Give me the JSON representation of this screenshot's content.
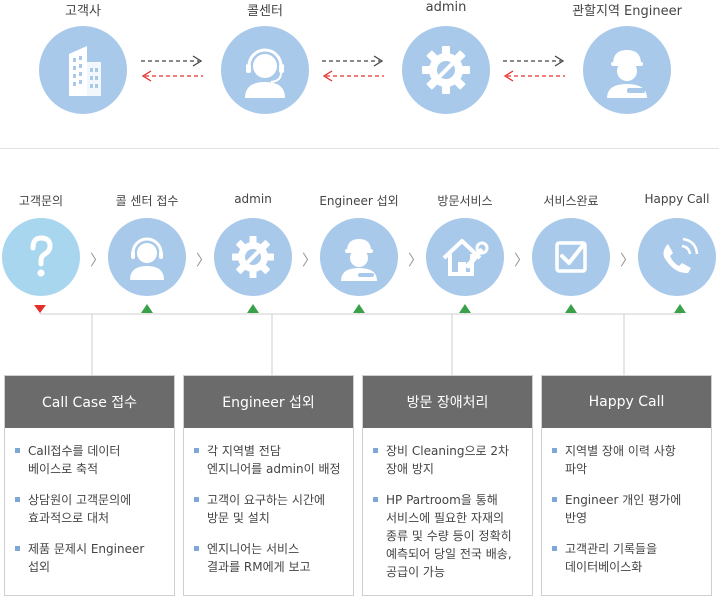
{
  "top_flow": {
    "nodes": [
      {
        "label": "고객사",
        "icon": "building-icon"
      },
      {
        "label": "콜센터",
        "icon": "headset-operator-icon"
      },
      {
        "label": "admin",
        "icon": "gear-wrench-icon"
      },
      {
        "label": "관할지역 Engineer",
        "icon": "engineer-icon"
      }
    ],
    "colors": {
      "circle": "#a9c9ea",
      "forward_arrow": "#444444",
      "back_arrow": "#e2302a"
    }
  },
  "steps": [
    {
      "label": "고객문의",
      "icon": "question-icon"
    },
    {
      "label": "콜 센터 접수",
      "icon": "headset-operator-icon"
    },
    {
      "label": "admin",
      "icon": "gear-wrench-icon"
    },
    {
      "label": "Engineer 섭외",
      "icon": "engineer-icon"
    },
    {
      "label": "방문서비스",
      "icon": "house-wrench-icon"
    },
    {
      "label": "서비스완료",
      "icon": "checkbox-icon"
    },
    {
      "label": "Happy Call",
      "icon": "phone-icon"
    }
  ],
  "step_colors": {
    "first": "#a9d6ef",
    "other": "#a9c9ea",
    "first_marker": "#e2302a",
    "marker": "#3aa14a"
  },
  "boxes": [
    {
      "title": "Call Case 접수",
      "items": [
        "Call접수를 데이터\n베이스로 축적",
        "상담원이 고객문의에\n효과적으로 대처",
        "제품 문제시 Engineer\n섭외"
      ]
    },
    {
      "title": "Engineer 섭외",
      "items": [
        "각 지역별 전담\n엔지니어를 admin이 배정",
        "고객이 요구하는 시간에\n방문 및 설치",
        "엔지니어는 서비스\n결과를 RM에게 보고"
      ]
    },
    {
      "title": "방문 장애처리",
      "items": [
        "장비 Cleaning으로 2차\n장애 방지",
        "HP Partroom을 통해\n서비스에 필요한 자재의\n종류 및 수량 등이 정확히\n예측되어 당일 전국 배송,\n공급이 가능"
      ]
    },
    {
      "title": "Happy Call",
      "items": [
        "지역별 장애 이력 사항\n파악",
        "Engineer 개인 평가에\n반영",
        "고객관리 기록들을\n데이터베이스화"
      ]
    }
  ]
}
